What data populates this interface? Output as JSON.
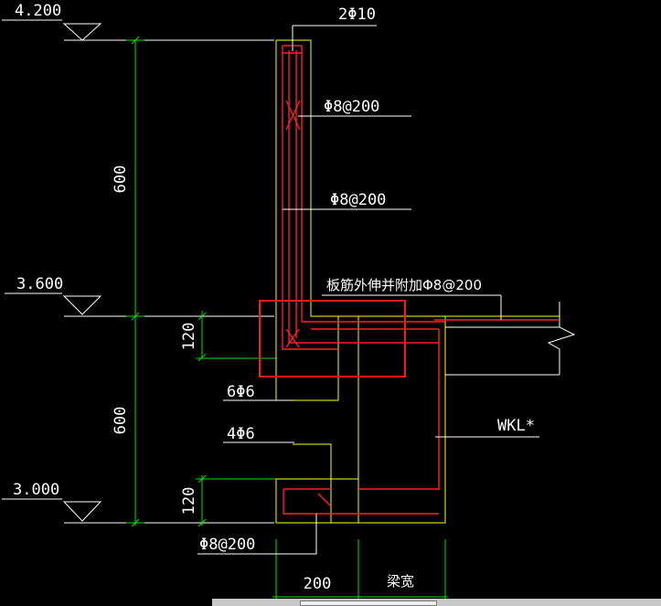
{
  "elevations": {
    "top": "4.200",
    "mid": "3.600",
    "bottom": "3.000"
  },
  "dimensions": {
    "upper_height": "600",
    "lower_height": "600",
    "slab_thickness": "120",
    "ledge_thickness": "120",
    "wall_width": "200",
    "beam_width_label": "梁宽"
  },
  "rebar_labels": {
    "top_bars": "2Φ10",
    "stirrup_upper": "Φ8@200",
    "stirrup_mid": "Φ8@200",
    "slab_extension": "板筋外伸并附加Φ8@200",
    "bars_6": "6Φ6",
    "bars_4": "4Φ6",
    "stirrup_bottom": "Φ8@200"
  },
  "beam_label": "WKL*",
  "colors": {
    "background": "#000000",
    "dimension": "#00e000",
    "outline": "#ffff00",
    "rebar": "#ff2020",
    "highlight": "#ff1a1a",
    "text": "#ffffff"
  }
}
